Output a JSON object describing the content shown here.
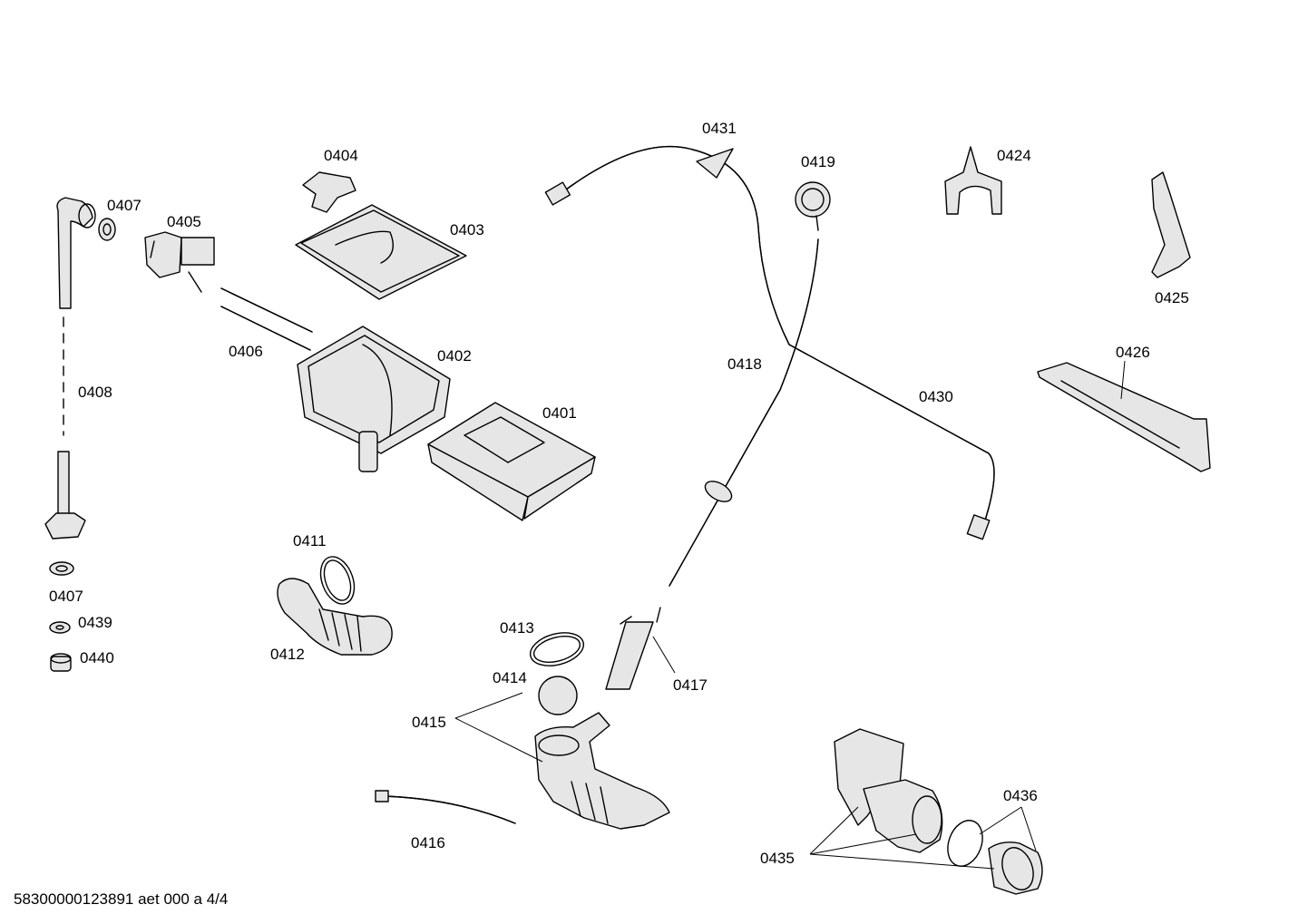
{
  "diagram": {
    "labels": [
      {
        "id": "0401",
        "text": "0401"
      },
      {
        "id": "0402",
        "text": "0402"
      },
      {
        "id": "0403",
        "text": "0403"
      },
      {
        "id": "0404",
        "text": "0404"
      },
      {
        "id": "0405",
        "text": "0405"
      },
      {
        "id": "0406",
        "text": "0406"
      },
      {
        "id": "0407a",
        "text": "0407"
      },
      {
        "id": "0407b",
        "text": "0407"
      },
      {
        "id": "0408",
        "text": "0408"
      },
      {
        "id": "0411",
        "text": "0411"
      },
      {
        "id": "0412",
        "text": "0412"
      },
      {
        "id": "0413",
        "text": "0413"
      },
      {
        "id": "0414",
        "text": "0414"
      },
      {
        "id": "0415",
        "text": "0415"
      },
      {
        "id": "0416",
        "text": "0416"
      },
      {
        "id": "0417",
        "text": "0417"
      },
      {
        "id": "0418",
        "text": "0418"
      },
      {
        "id": "0419",
        "text": "0419"
      },
      {
        "id": "0424",
        "text": "0424"
      },
      {
        "id": "0425",
        "text": "0425"
      },
      {
        "id": "0426",
        "text": "0426"
      },
      {
        "id": "0430",
        "text": "0430"
      },
      {
        "id": "0431",
        "text": "0431"
      },
      {
        "id": "0435",
        "text": "0435"
      },
      {
        "id": "0436",
        "text": "0436"
      },
      {
        "id": "0439",
        "text": "0439"
      },
      {
        "id": "0440",
        "text": "0440"
      }
    ]
  },
  "footer": {
    "text": "58300000123891 aet 000 a 4/4"
  }
}
